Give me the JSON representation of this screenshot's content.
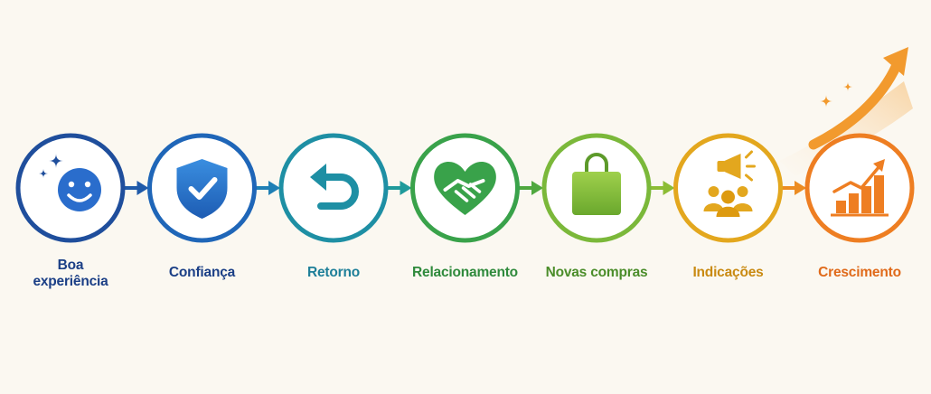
{
  "steps": [
    {
      "label": "Boa experiência",
      "icon": "smile-sparkle-icon",
      "color": "#1f4e9c"
    },
    {
      "label": "Confiança",
      "icon": "shield-check-icon",
      "color": "#1f66b8"
    },
    {
      "label": "Retorno",
      "icon": "return-arrow-icon",
      "color": "#1e8fa4"
    },
    {
      "label": "Relacionamento",
      "icon": "handshake-heart-icon",
      "color": "#39a24a"
    },
    {
      "label": "Novas compras",
      "icon": "shopping-bag-icon",
      "color": "#7bb83a"
    },
    {
      "label": "Indicações",
      "icon": "megaphone-people-icon",
      "color": "#e3a71e"
    },
    {
      "label": "Crescimento",
      "icon": "growth-chart-icon",
      "color": "#ee7e22"
    }
  ],
  "label_colors": [
    "#1b3f86",
    "#1b3f86",
    "#1e7f99",
    "#2f8a3c",
    "#4b8d2a",
    "#c98a12",
    "#e06a1a"
  ],
  "connector_colors": [
    "#1f5aa9",
    "#1f7fb5",
    "#1f9a9b",
    "#4fa83f",
    "#8cbc35",
    "#ec8c22"
  ],
  "growth_arrow_color": "#f29a2e"
}
